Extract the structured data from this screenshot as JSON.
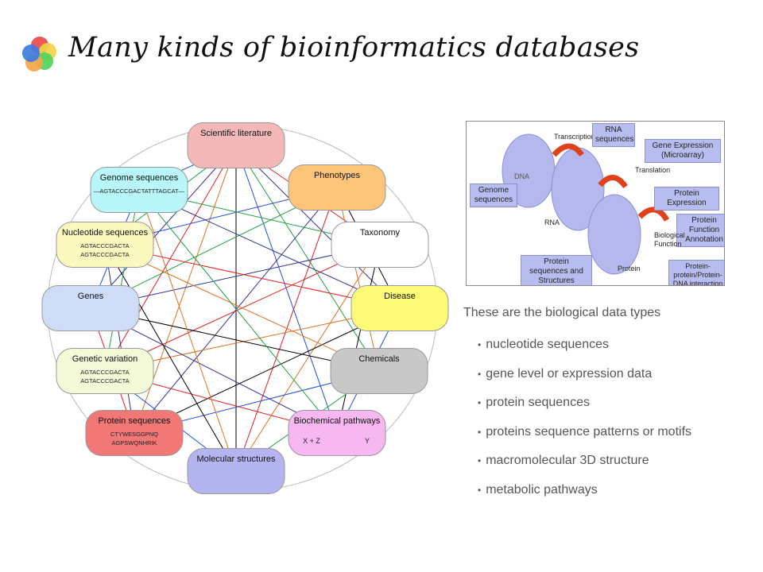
{
  "title": "Many kinds of bioinformatics databases",
  "logo_colors": [
    "#e84a4a",
    "#f2d24a",
    "#4fd45a",
    "#f5a54a",
    "#3d7be0"
  ],
  "diagram": {
    "nodes": [
      {
        "label": "Scientific literature",
        "sub": [],
        "color": "#f4b8b8"
      },
      {
        "label": "Phenotypes",
        "sub": [],
        "color": "#fbc479"
      },
      {
        "label": "Taxonomy",
        "sub": [],
        "color": "#ffffff"
      },
      {
        "label": "Disease",
        "sub": [],
        "color": "#fbfb78"
      },
      {
        "label": "Chemicals",
        "sub": [],
        "color": "#c8c8c8"
      },
      {
        "label": "Biochemical pathways",
        "sub": [
          "X + Z",
          "Y"
        ],
        "color": "#f7b8f2"
      },
      {
        "label": "Molecular structures",
        "sub": [],
        "color": "#b4b4f0"
      },
      {
        "label": "Protein sequences",
        "sub": [
          "CTYWESGGPNQ",
          "AGPSWQNHRIK"
        ],
        "color": "#f27878"
      },
      {
        "label": "Genetic variation",
        "sub": [
          "AGTACCCGACTA",
          "AGTACCCGACTA"
        ],
        "color": "#f4fad8"
      },
      {
        "label": "Genes",
        "sub": [],
        "color": "#cfdcf7"
      },
      {
        "label": "Nucleotide sequences",
        "sub": [
          "AGTACCCGACTA",
          "AGTACCCGACTA"
        ],
        "color": "#fbf8c0"
      },
      {
        "label": "Genome sequences",
        "sub": [
          "—AGTACCCGACTATTTAGCAT—"
        ],
        "color": "#b8f6fa"
      }
    ],
    "edge_colors": [
      "#e02020",
      "#303090",
      "#20a040",
      "#2050e0",
      "#000000",
      "#e07020"
    ]
  },
  "flow_figure": {
    "transcription": "Transcription",
    "rna_sequences": "RNA sequences",
    "gene_expression": "Gene Expression (Microarray)",
    "translation": "Translation",
    "dna": "DNA",
    "genome_sequences": "Genome sequences",
    "rna": "RNA",
    "protein_expression": "Protein Expression",
    "protein_function": "Protein Function Annotation",
    "biological_function": "Biological Function",
    "protein_seq_struct": "Protein sequences and Structures",
    "protein": "Protein",
    "ppi": "Protein-protein/Protein-DNA interaction"
  },
  "intro": "These are the biological data types",
  "bullets": [
    "nucleotide sequences",
    "gene level or expression data",
    "protein sequences",
    "proteins sequence patterns or motifs",
    "macromolecular 3D structure",
    "metabolic pathways"
  ]
}
